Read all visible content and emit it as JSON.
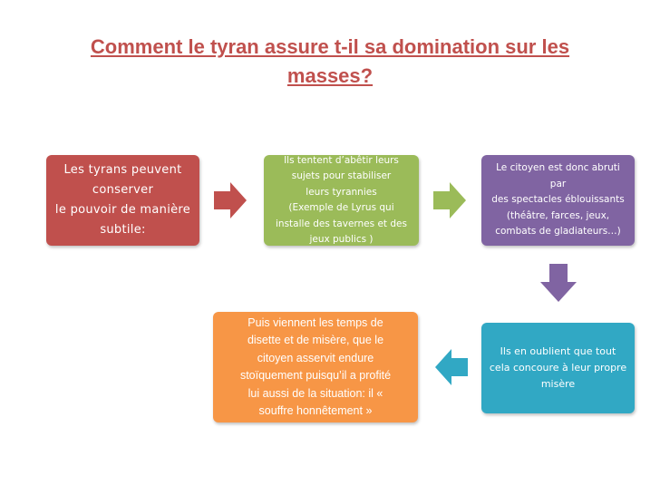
{
  "title": "Comment le tyran assure t-il sa domination sur les masses?",
  "steps": {
    "step1": "Les tyrans peuvent\nconserver\nle pouvoir de manière\nsubtile:",
    "step2": "Ils tentent d’abêtir leurs\nsujets pour stabiliser\nleurs tyrannies\n(Exemple de Lyrus qui\ninstalle des tavernes et des\njeux publics )",
    "step3": "Le citoyen est donc abruti\npar\ndes spectacles éblouissants\n(théâtre, farces, jeux,\ncombats de gladiateurs…)",
    "step4": "Ils en oublient que tout\ncela concoure à leur propre\nmisère",
    "step5": "Puis viennent les temps de\ndisette et de misère, que le\ncitoyen asservit endure\nstoïquement puisqu’il a profité\nlui aussi de la situation: il «\nsouffre honnêtement »"
  },
  "colors": {
    "title": "#c0504d",
    "step1": "#c0504d",
    "step2": "#9bbb59",
    "step3": "#8064a2",
    "step4": "#31a8c4",
    "step5": "#f79646",
    "arrow1": "#c0504d",
    "arrow2": "#9bbb59",
    "arrow3": "#8064a2",
    "arrow4": "#31a8c4"
  }
}
